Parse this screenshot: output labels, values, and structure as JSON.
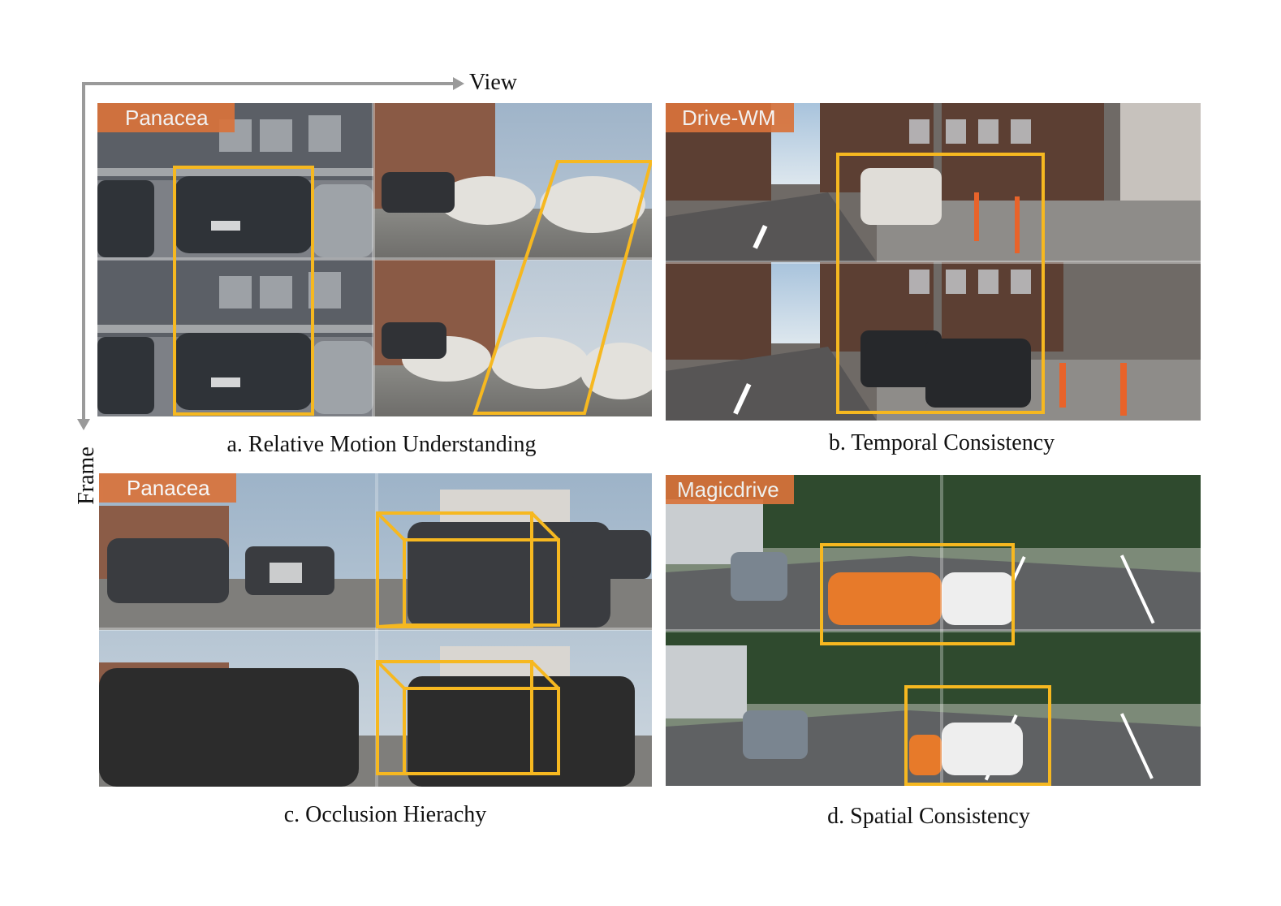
{
  "axes": {
    "horizontal_label": "View",
    "vertical_label": "Frame"
  },
  "panels": {
    "a": {
      "model": "Panacea",
      "caption": "a. Relative Motion Understanding"
    },
    "b": {
      "model": "Drive-WM",
      "caption": "b. Temporal Consistency"
    },
    "c": {
      "model": "Panacea",
      "caption": "c. Occlusion Hierachy"
    },
    "d": {
      "model": "Magicdrive",
      "caption": "d. Spatial Consistency"
    }
  },
  "colors": {
    "highlight_box": "#f6b820",
    "model_tag": "#d9733b",
    "axis_arrow": "#9a9a9a"
  }
}
